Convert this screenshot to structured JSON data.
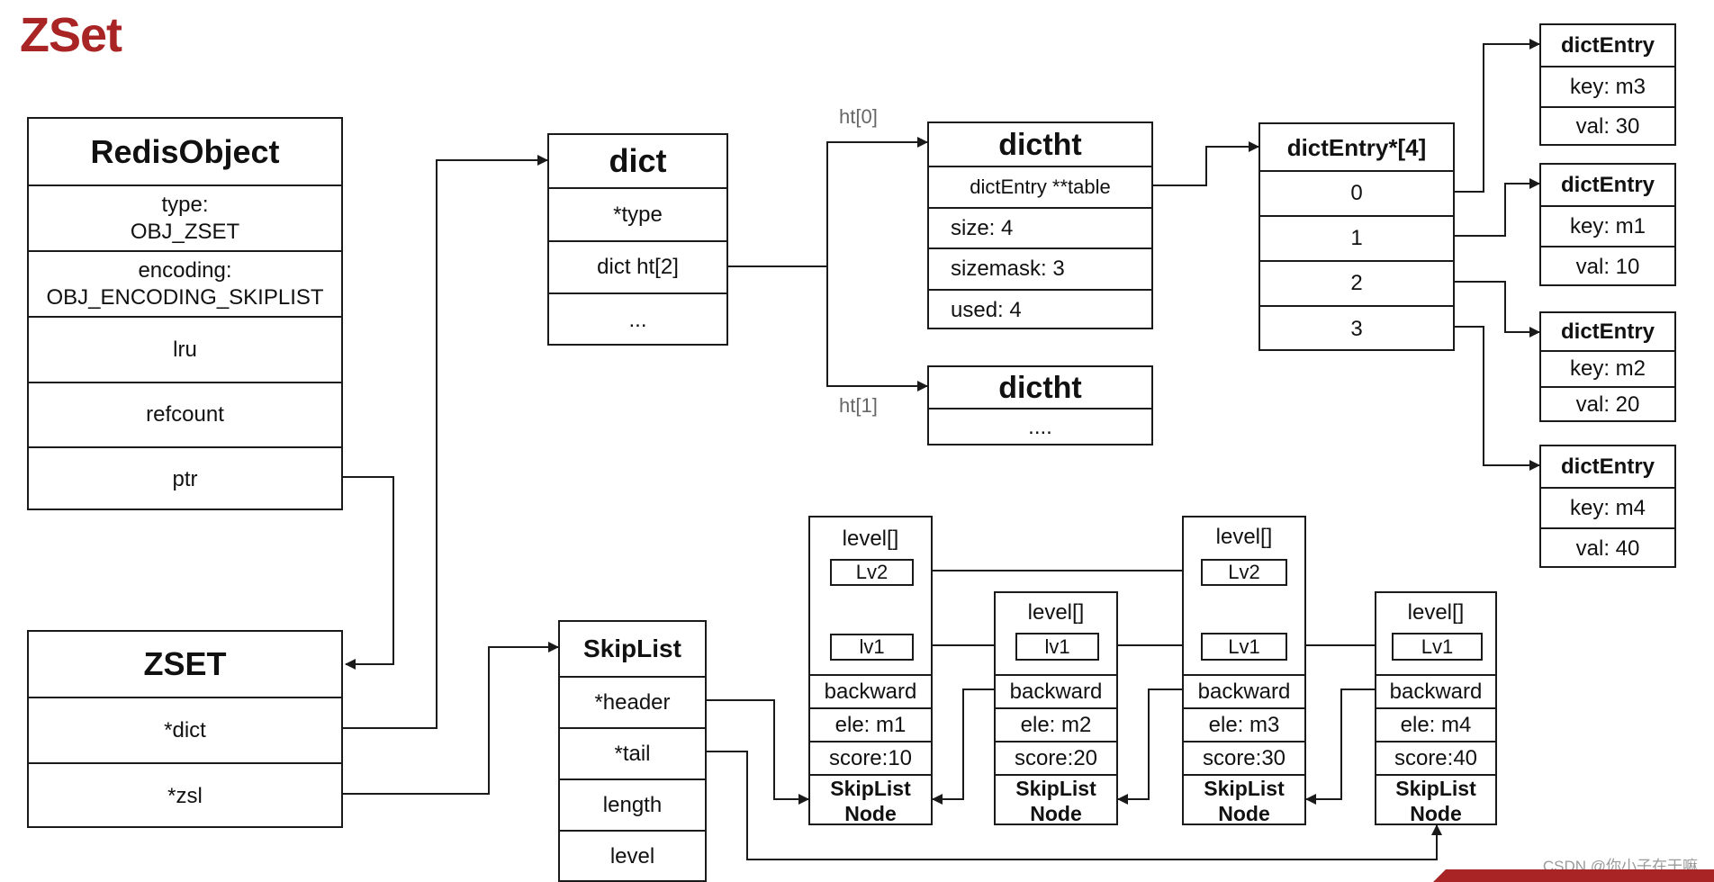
{
  "title": "ZSet",
  "colors": {
    "title": "#a82425",
    "line": "#1a1a1a",
    "annotation": "#666666",
    "banner": "#a82425",
    "watermark": "#9a9a9a"
  },
  "redis_object": {
    "header": "RedisObject",
    "fields": [
      "type:\nOBJ_ZSET",
      "encoding:\nOBJ_ENCODING_SKIPLIST",
      "lru",
      "refcount",
      "ptr"
    ]
  },
  "zset": {
    "header": "ZSET",
    "fields": [
      "*dict",
      "*zsl"
    ]
  },
  "dict": {
    "header": "dict",
    "fields": [
      "*type",
      "dict ht[2]",
      "..."
    ]
  },
  "ht_labels": [
    "ht[0]",
    "ht[1]"
  ],
  "dictht0": {
    "header": "dictht",
    "fields": [
      "dictEntry **table",
      "size: 4",
      "sizemask: 3",
      "used: 4"
    ]
  },
  "dictht1": {
    "header": "dictht",
    "fields": [
      "...."
    ]
  },
  "bucket_array": {
    "header": "dictEntry*[4]",
    "fields": [
      "0",
      "1",
      "2",
      "3"
    ]
  },
  "dict_entries": [
    {
      "header": "dictEntry",
      "key": "key: m3",
      "val": "val: 30"
    },
    {
      "header": "dictEntry",
      "key": "key: m1",
      "val": "val: 10"
    },
    {
      "header": "dictEntry",
      "key": "key: m2",
      "val": "val: 20"
    },
    {
      "header": "dictEntry",
      "key": "key: m4",
      "val": "val: 40"
    }
  ],
  "skiplist": {
    "header": "SkipList",
    "fields": [
      "*header",
      "*tail",
      "length",
      "level"
    ]
  },
  "skip_nodes": [
    {
      "level_label": "level[]",
      "levels": [
        "Lv2",
        "lv1"
      ],
      "backward": "backward",
      "ele": "ele: m1",
      "score": "score:10",
      "footer": "SkipList\nNode"
    },
    {
      "level_label": "level[]",
      "levels": [
        "lv1"
      ],
      "backward": "backward",
      "ele": "ele: m2",
      "score": "score:20",
      "footer": "SkipList\nNode"
    },
    {
      "level_label": "level[]",
      "levels": [
        "Lv2",
        "Lv1"
      ],
      "backward": "backward",
      "ele": "ele: m3",
      "score": "score:30",
      "footer": "SkipList\nNode"
    },
    {
      "level_label": "level[]",
      "levels": [
        "Lv1"
      ],
      "backward": "backward",
      "ele": "ele: m4",
      "score": "score:40",
      "footer": "SkipList\nNode"
    }
  ],
  "watermark": "CSDN @你小子在干嘛"
}
